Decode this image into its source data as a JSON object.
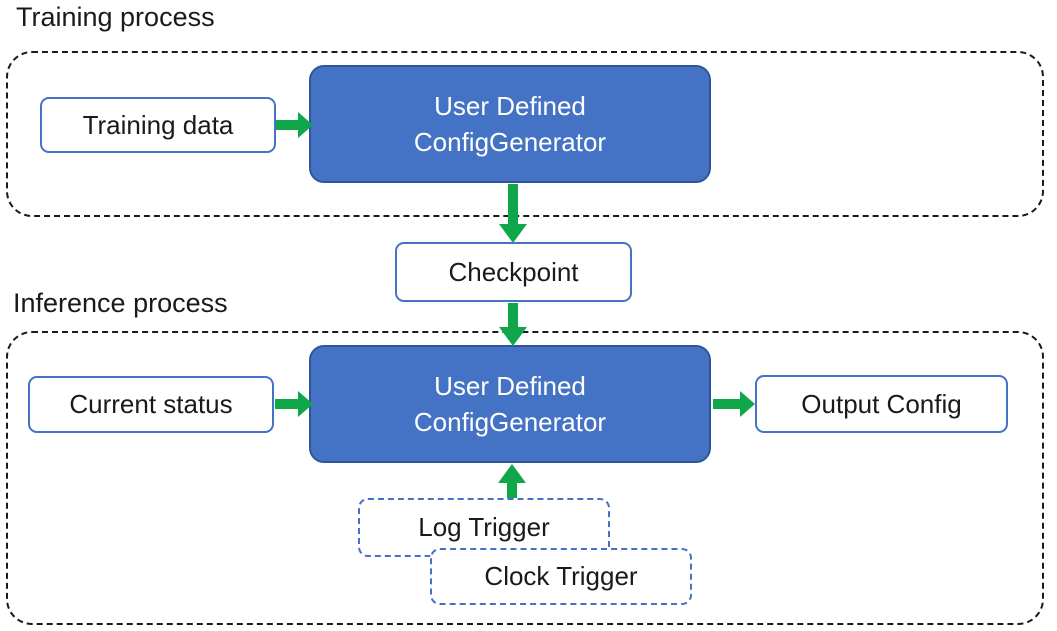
{
  "sections": {
    "training": {
      "label": "Training process"
    },
    "inference": {
      "label": "Inference process"
    }
  },
  "nodes": {
    "training_data": {
      "label": "Training data"
    },
    "config_generator_training": {
      "line1": "User Defined",
      "line2": "ConfigGenerator"
    },
    "checkpoint": {
      "label": "Checkpoint"
    },
    "current_status": {
      "label": "Current status"
    },
    "config_generator_inference": {
      "line1": "User Defined",
      "line2": "ConfigGenerator"
    },
    "output_config": {
      "label": "Output Config"
    },
    "log_trigger": {
      "label": "Log Trigger"
    },
    "clock_trigger": {
      "label": "Clock Trigger"
    }
  },
  "connections": [
    {
      "from": "training_data",
      "to": "config_generator_training",
      "direction": "right"
    },
    {
      "from": "config_generator_training",
      "to": "checkpoint",
      "direction": "down"
    },
    {
      "from": "checkpoint",
      "to": "config_generator_inference",
      "direction": "down"
    },
    {
      "from": "current_status",
      "to": "config_generator_inference",
      "direction": "right"
    },
    {
      "from": "config_generator_inference",
      "to": "output_config",
      "direction": "right"
    },
    {
      "from": "log_trigger",
      "to": "config_generator_inference",
      "direction": "up"
    }
  ],
  "colors": {
    "node_fill_blue": "#4472c4",
    "node_border_dark_blue": "#2f5597",
    "light_box_border_blue": "#4472c4",
    "trigger_dashed_border_blue": "#4472c4",
    "container_dashed_border": "#1a1a1a",
    "arrow_green": "#10a74a",
    "text_dark": "#1a1a1a",
    "text_on_blue": "#ffffff"
  }
}
